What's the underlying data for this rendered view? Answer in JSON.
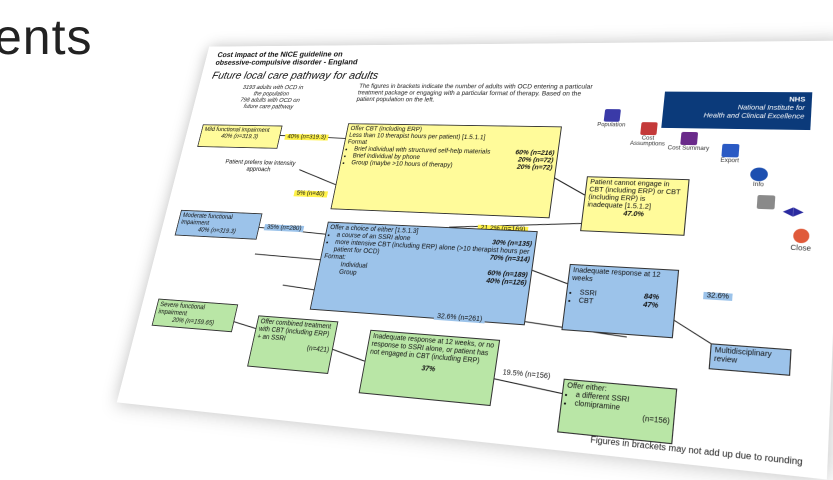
{
  "background_title": "ents",
  "sheet": {
    "title_line1": "Cost impact of the NICE guideline on",
    "title_line2": "obsessive-compulsive disorder - England",
    "subtitle": "Future local care pathway for adults",
    "stats_line1": "3193 adults with OCD in",
    "stats_line2": "the population",
    "stats_line3": "798 adults with OCD on",
    "stats_line4": "future care pathway",
    "note": "The figures in brackets indicate the number of adults with OCD entering a particular treatment package or engaging with a particular format of therapy. Based on the patient population on the left.",
    "nice_line1": "NHS",
    "nice_line2": "National Institute for",
    "nice_line3": "Health and Clinical Excellence",
    "nav": {
      "population": "Population",
      "cost_assumptions": "Cost Assumptions",
      "cost_summary": "Cost Summary",
      "export": "Export",
      "info": "Info",
      "close": "Close"
    },
    "footnote": "Figures in brackets may not add up due to rounding"
  },
  "boxes": {
    "mild_title": "Mild functional impairment",
    "mild_value": "40% (n=319.3)",
    "moderate_title": "Moderate functional impairment",
    "moderate_value": "40% (n=319.3)",
    "severe_title": "Severe functional impairment",
    "severe_value": "20% (n=159.65)",
    "prefers_low": "Patient prefers low intensity approach",
    "cbt_l1": "Offer CBT (including ERP)",
    "cbt_l2": "Less than 10 therapist hours per patient) [1.5.1.1]",
    "cbt_l3": "Format",
    "cbt_i1": "Brief individual with structured self-help materials",
    "cbt_i1_v": "60% (n=216)",
    "cbt_i2": "Brief individual by phone",
    "cbt_i2_v": "20% (n=72)",
    "cbt_i3": "Group (maybe >10 hours of therapy)",
    "cbt_i3_v": "20% (n=72)",
    "cannot_engage": "Patient cannot engage in CBT (including ERP) or CBT (including ERP) is inadequate [1.5.1.2]",
    "cannot_engage_v": "47.0%",
    "choice_l1": "Offer a choice of either [1.5.1.3]",
    "choice_i1": "a course of an SSRI alone",
    "choice_i1_v": "30% (n=135)",
    "choice_i2": "more intensive CBT (including ERP) alone (>10 therapist hours per patient for OCD)",
    "choice_i2_v": "70% (n=314)",
    "choice_fmt": "Format:",
    "choice_f1": "Individual",
    "choice_f1_v": "60% (n=189)",
    "choice_f2": "Group",
    "choice_f2_v": "40% (n=126)",
    "inadequate12_title": "Inadequate response at 12 weeks",
    "ssri": "SSRI",
    "ssri_v": "84%",
    "cbt": "CBT",
    "cbt_v": "47%",
    "combined": "Offer combined treatment with CBT (including ERP) + an SSRI",
    "combined_v": "(n=421)",
    "inadequate_combined": "Inadequate response at 12 weeks, or no response to SSRI alone, or patient has not engaged in CBT (including ERP)",
    "inadequate_combined_v": "37%",
    "multidisciplinary": "Multidisciplinary review",
    "offer_either": "Offer either:",
    "oe_i1": "a different SSRI",
    "oe_i2": "clomipramine",
    "oe_v": "(n=156)"
  },
  "flows": {
    "f1": "40% (n=319.3)",
    "f2": "5% (n=40)",
    "f3": "35% (n=280)",
    "f4": "21.2% (n=169)",
    "f5": "32.6% (n=261)",
    "f6": "32.6%",
    "f7": "19.5% (n=156)"
  },
  "colors": {
    "yellow_box": "#fffb9a",
    "blue_box": "#9cc3ea",
    "green_box": "#b9e6a6",
    "highlight_yellow": "#fff24a",
    "nice_blue": "#0b3a7a"
  }
}
